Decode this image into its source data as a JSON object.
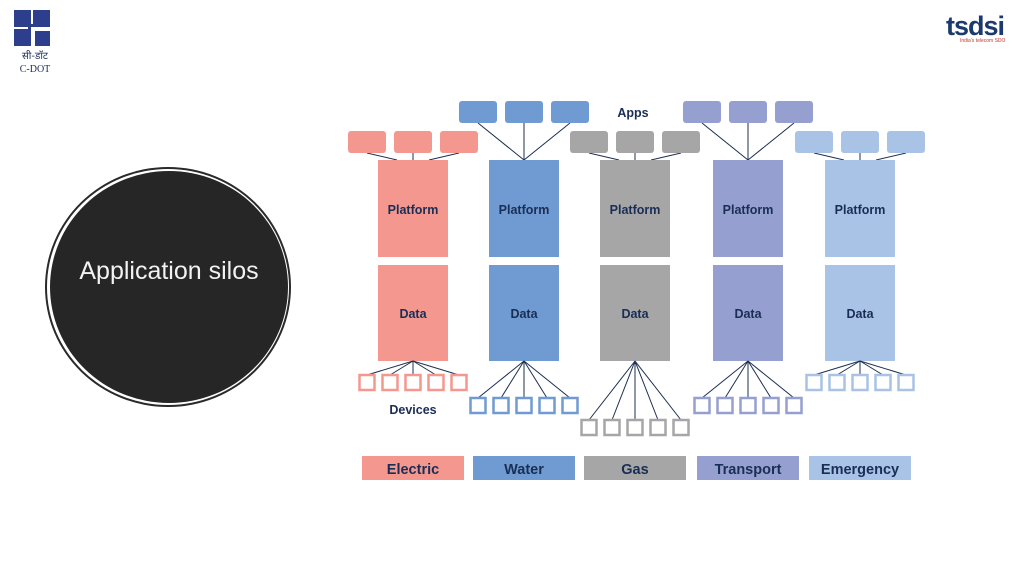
{
  "logos": {
    "left": {
      "hindi": "सी-डॉट",
      "name": "C-DOT",
      "mark_colors": [
        "#2d3e8c",
        "#ffffff"
      ]
    },
    "right": {
      "wordmark": "tsdsi",
      "tagline": "India's telecom SDO",
      "color": "#1d3a6e",
      "tag_color": "#c4372f"
    }
  },
  "title": "Application silos",
  "diagram": {
    "apps_label": "Apps",
    "devices_label": "Devices",
    "line_color": "#1e3050",
    "label_color": "#1a2e55",
    "silos": [
      {
        "name": "Electric",
        "platform": "Platform",
        "data": "Data",
        "color": "#f4978e",
        "app_row": "lower",
        "device_row": "r1"
      },
      {
        "name": "Water",
        "platform": "Platform",
        "data": "Data",
        "color": "#6f9bd2",
        "app_row": "upper",
        "device_row": "r2"
      },
      {
        "name": "Gas",
        "platform": "Platform",
        "data": "Data",
        "color": "#a6a6a6",
        "app_row": "lower",
        "device_row": "r3"
      },
      {
        "name": "Transport",
        "platform": "Platform",
        "data": "Data",
        "color": "#959fd0",
        "app_row": "upper",
        "device_row": "r2"
      },
      {
        "name": "Emergency",
        "platform": "Platform",
        "data": "Data",
        "color": "#a9c3e6",
        "app_row": "lower",
        "device_row": "r1"
      }
    ]
  }
}
